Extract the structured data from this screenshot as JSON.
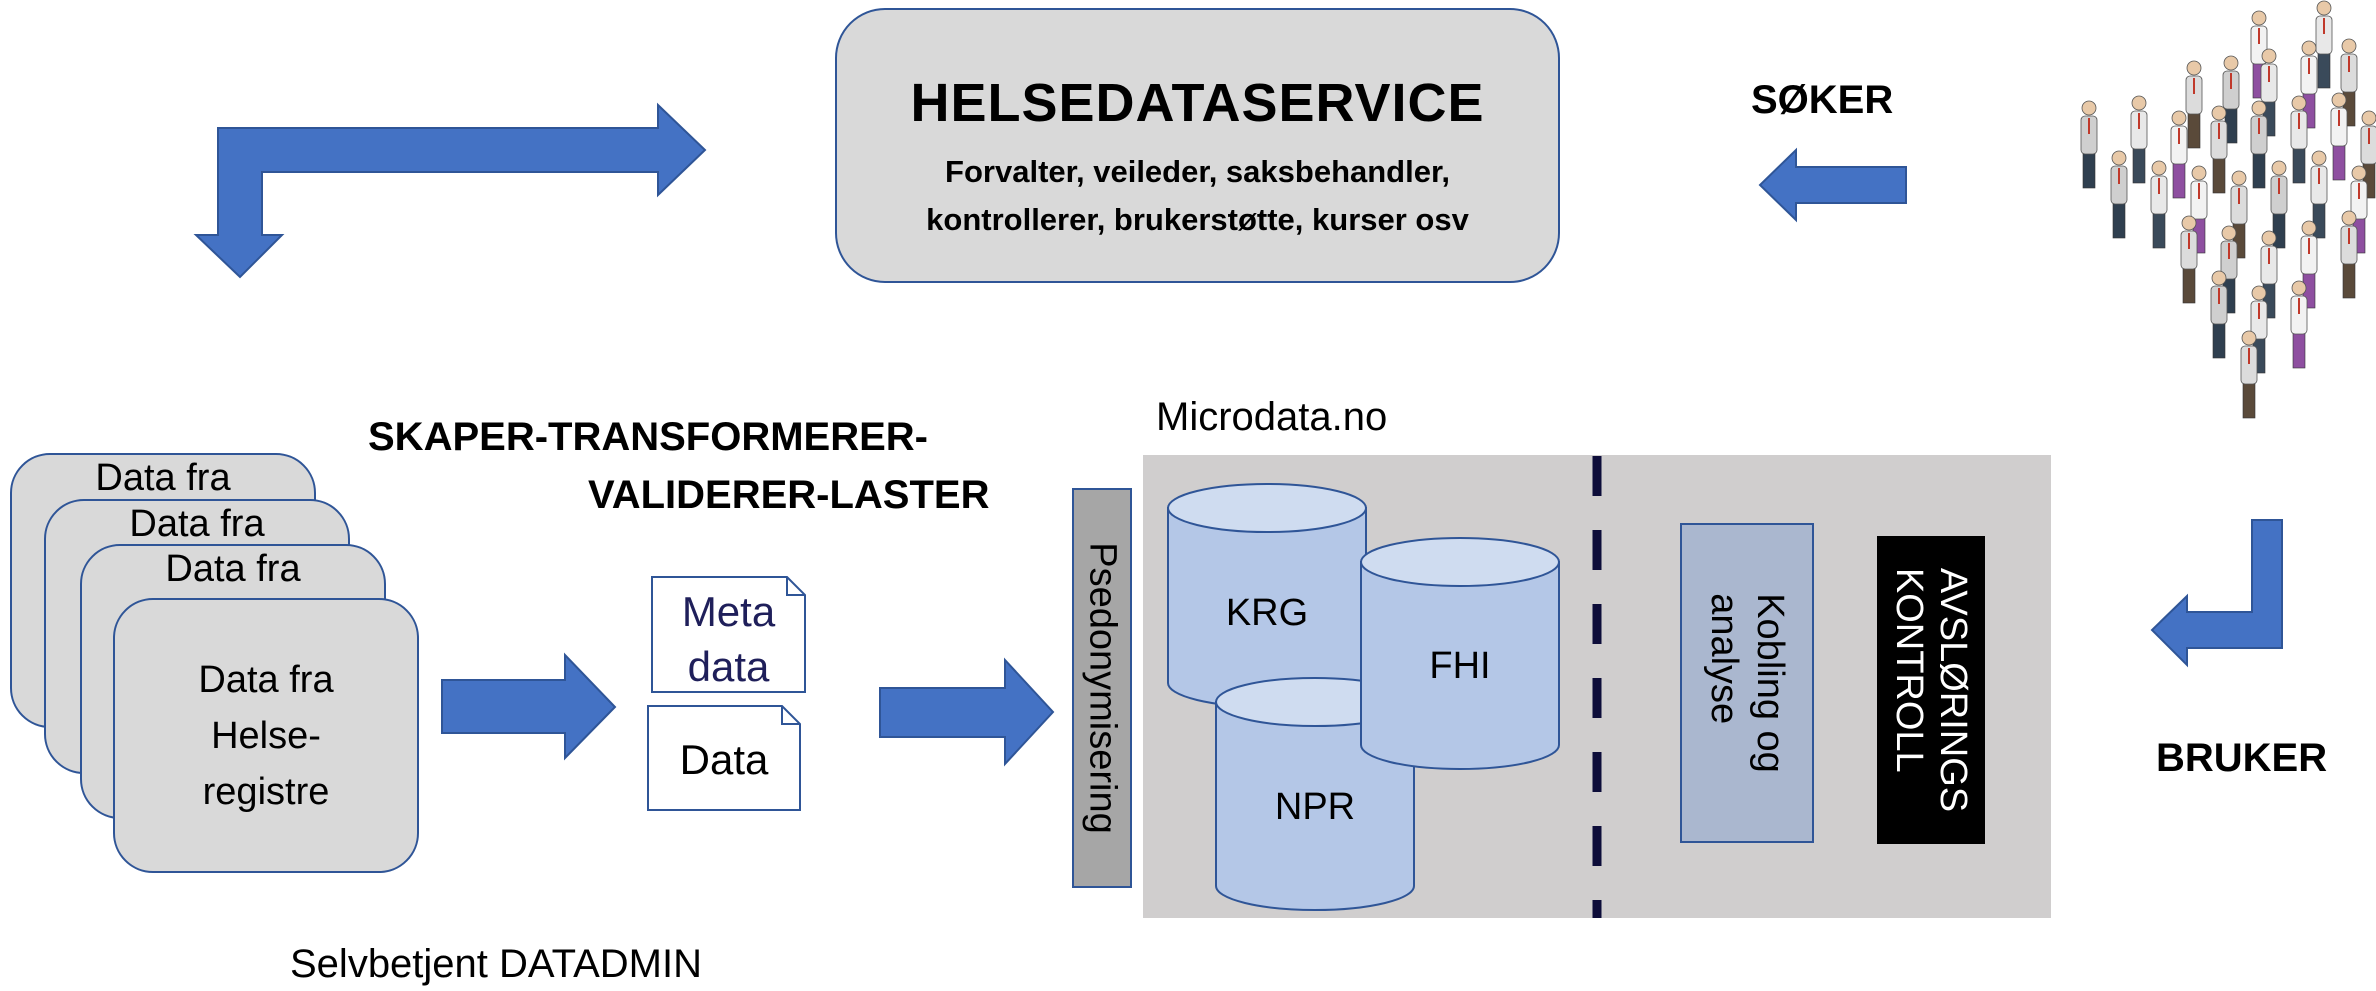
{
  "helsedataservice": {
    "title": "HELSEDATASERVICE",
    "subtitle_line1": "Forvalter, veileder, saksbehandler,",
    "subtitle_line2": "kontrollerer, brukerstøtte, kurser osv"
  },
  "soker_label": "SØKER",
  "bruker_label": "BRUKER",
  "pipeline_label_line1": "SKAPER-TRANSFORMERER-",
  "pipeline_label_line2": "VALIDERER-LASTER",
  "data_cards": {
    "back1": "Data fra",
    "back2": "Data fra",
    "back3": "Data fra",
    "front_line1": "Data fra",
    "front_line2": "Helse-",
    "front_line3": "registre"
  },
  "metadata_doc_line1": "Meta",
  "metadata_doc_line2": "data",
  "data_doc": "Data",
  "microdata_label": "Microdata.no",
  "pseudonymisering": "Psedonymisering",
  "cylinders": {
    "krg": "KRG",
    "fhi": "FHI",
    "npr": "NPR"
  },
  "kobling_line1": "Kobling og",
  "kobling_line2": "analyse",
  "kontroll_line1": "AVSLØRINGS",
  "kontroll_line2": "KONTROLL",
  "footer_label": "Selvbetjent DATADMIN",
  "colors": {
    "arrow_blue": "#4472c4",
    "box_border": "#2f5597",
    "box_grey": "#d9d9d9",
    "panel_grey": "#d0cece",
    "cylinder_blue": "#b4c7e7",
    "divider_navy": "#0d0d3a"
  },
  "icons": [
    "crowd-of-people-icon"
  ]
}
